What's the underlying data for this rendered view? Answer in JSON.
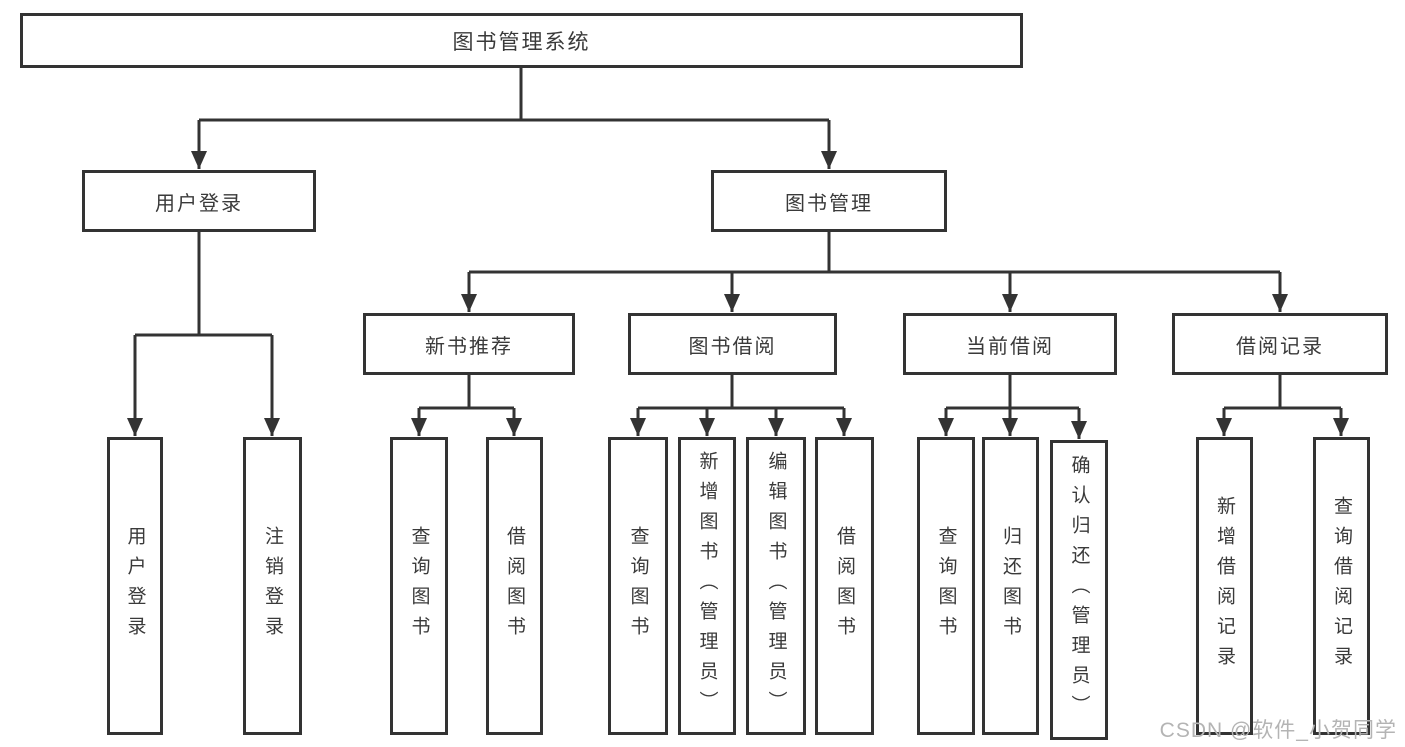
{
  "tree": {
    "label": "图书管理系统",
    "children": [
      {
        "label": "用户登录",
        "children": [
          {
            "label": "用户登录"
          },
          {
            "label": "注销登录"
          }
        ]
      },
      {
        "label": "图书管理",
        "children": [
          {
            "label": "新书推荐",
            "children": [
              {
                "label": "查询图书"
              },
              {
                "label": "借阅图书"
              }
            ]
          },
          {
            "label": "图书借阅",
            "children": [
              {
                "label": "查询图书"
              },
              {
                "label": "新增图书（管理员）"
              },
              {
                "label": "编辑图书（管理员）"
              },
              {
                "label": "借阅图书"
              }
            ]
          },
          {
            "label": "当前借阅",
            "children": [
              {
                "label": "查询图书"
              },
              {
                "label": "归还图书"
              },
              {
                "label": "确认归还（管理员）"
              }
            ]
          },
          {
            "label": "借阅记录",
            "children": [
              {
                "label": "新增借阅记录"
              },
              {
                "label": "查询借阅记录"
              }
            ]
          }
        ]
      }
    ]
  },
  "watermark": {
    "text": "CSDN @软件_小贺同学"
  },
  "colors": {
    "line": "#333333",
    "text": "#3a3a3a",
    "watermark": "#b4b4b4",
    "background": "#ffffff"
  }
}
